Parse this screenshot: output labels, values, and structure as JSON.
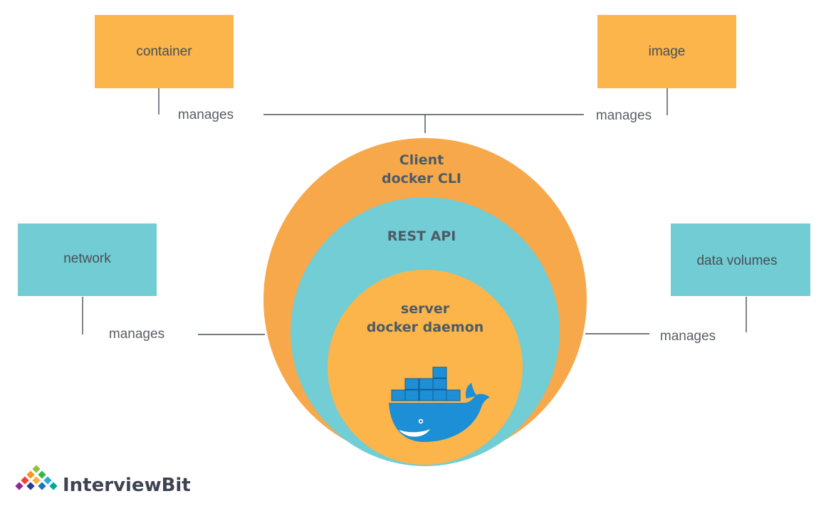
{
  "colors": {
    "orange_box": "#FBB54A",
    "teal_box": "#72CCD4",
    "outer_ring": "#F7A84A",
    "middle_ring": "#72CDD5",
    "inner_circle": "#FBB54A",
    "whale_blue": "#1D8FD6",
    "line": "#4a4f55",
    "text": "#4a4f55"
  },
  "boxes": {
    "container": "container",
    "image": "image",
    "network": "network",
    "data_volumes": "data volumes"
  },
  "edges": {
    "container": "manages",
    "image": "manages",
    "network": "manages",
    "data_volumes": "manages"
  },
  "rings": {
    "client_line1": "Client",
    "client_line2": "docker CLI",
    "rest_api": "REST API",
    "server_line1": "server",
    "server_line2": "docker daemon"
  },
  "logo": {
    "icon": "docker-whale-icon"
  },
  "brand": {
    "name": "InterviewBit",
    "icon": "interviewbit-logo-icon"
  }
}
